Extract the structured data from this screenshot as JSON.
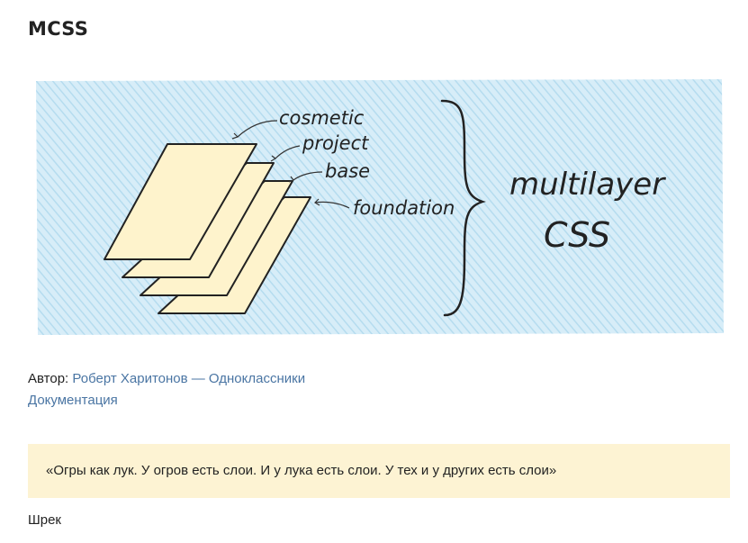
{
  "page": {
    "title": "MCSS"
  },
  "illustration": {
    "layer_labels": [
      "cosmetic",
      "project",
      "base",
      "foundation"
    ],
    "caption_line1": "multilayer",
    "caption_line2": "CSS",
    "colors": {
      "background_hatch": "#c9e6f4",
      "layer_fill": "#fef3cc",
      "stroke": "#222222"
    }
  },
  "author": {
    "label": "Автор:",
    "link_text": "Роберт Харитонов — Одноклассники"
  },
  "documentation": {
    "link_text": "Документация"
  },
  "quote": {
    "text": "«Огры как лук. У огров есть слои. И у лука есть слои. У тех и у других есть слои»",
    "source": "Шрек"
  }
}
